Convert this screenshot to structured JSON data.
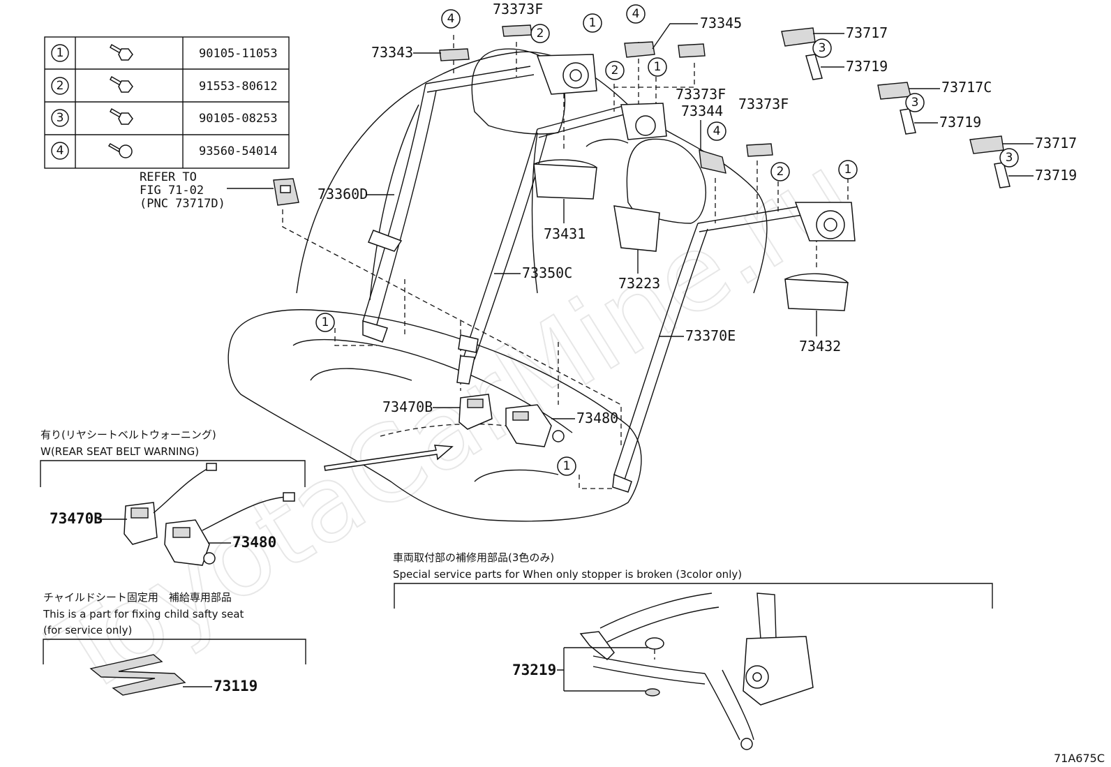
{
  "watermark": "ToyotaCarMine.ru",
  "figure_code": "71A675C",
  "fastener_table": [
    {
      "ref": "1",
      "part_no": "90105-11053",
      "icon": "bolt-icon"
    },
    {
      "ref": "2",
      "part_no": "91553-80612",
      "icon": "bolt-icon"
    },
    {
      "ref": "3",
      "part_no": "90105-08253",
      "icon": "bolt-icon"
    },
    {
      "ref": "4",
      "part_no": "93560-54014",
      "icon": "screw-icon"
    }
  ],
  "refer_note": {
    "line1": "REFER TO",
    "line2": "FIG 71-02",
    "line3": "(PNC 73717D)"
  },
  "part_labels": {
    "p73343": "73343",
    "p73373F_top": "73373F",
    "p73345": "73345",
    "p73373F_mid": "73373F",
    "p73344": "73344",
    "p73373F_right": "73373F",
    "p73717_a": "73717",
    "p73719_a": "73719",
    "p73717C": "73717C",
    "p73719_b": "73719",
    "p73717_b": "73717",
    "p73719_c": "73719",
    "p73360D": "73360D",
    "p73431": "73431",
    "p73350C": "73350C",
    "p73223": "73223",
    "p73432": "73432",
    "p73370E": "73370E",
    "p73470B": "73470B",
    "p73480": "73480",
    "p73470B_inset": "73470B",
    "p73480_inset": "73480",
    "p73119": "73119",
    "p73219": "73219"
  },
  "callout_numbers": [
    "1",
    "2",
    "3",
    "4"
  ],
  "insets": {
    "warning": {
      "jp": "有り(リヤシートベルトウォーニング)",
      "en": "W(REAR SEAT BELT WARNING)"
    },
    "child_seat": {
      "jp": "チャイルドシート固定用　補給専用部品",
      "en1": "This is a part for fixing child safty seat",
      "en2": "(for service only)"
    },
    "stopper": {
      "jp": "車両取付部の補修用部品(3色のみ)",
      "en": "Special service parts for When only stopper is broken (3color only)"
    }
  }
}
